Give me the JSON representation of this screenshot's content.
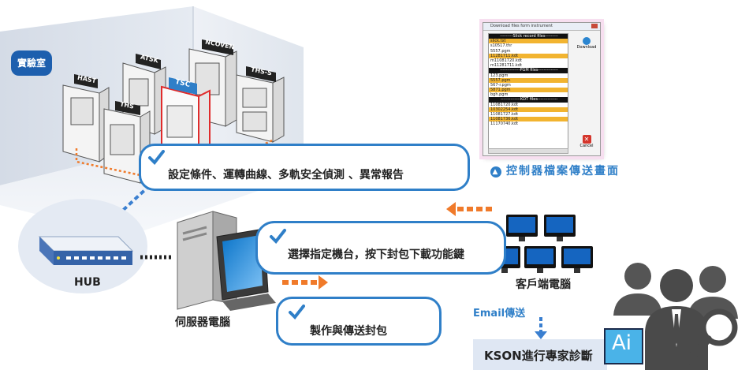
{
  "lab": {
    "label": "實驗室"
  },
  "chambers": [
    "HAST",
    "ATSK",
    "TSC",
    "NCOVEN",
    "THS-S",
    "THS"
  ],
  "callouts": {
    "settings": "設定條件、運轉曲線、多軌安全偵測 、異常報告",
    "select": "選擇指定機台，按下封包下載功能鍵",
    "package": "製作與傳送封包"
  },
  "hub": {
    "label": "HUB"
  },
  "server": {
    "label": "伺服器電腦"
  },
  "client": {
    "label": "客戶端電腦"
  },
  "email": {
    "label": "Email傳送"
  },
  "kson": {
    "label": "KSON進行專家診斷",
    "ai": "Ai"
  },
  "dialog": {
    "title": "Download files form instrument",
    "caption": "控制器檔案傳送畫面",
    "download": "Download",
    "cancel": "Cancel",
    "rows": [
      {
        "text": "---------Slick record files---------",
        "kind": "hdr"
      },
      {
        "text": "slick.txt",
        "kind": "sel"
      },
      {
        "text": "s10517.thr",
        "kind": ""
      },
      {
        "text": "5557.pgm",
        "kind": ""
      },
      {
        "text": "11281711.kdt",
        "kind": "sel"
      },
      {
        "text": "m11081720.kdt",
        "kind": ""
      },
      {
        "text": "m11281711.kdt",
        "kind": ""
      },
      {
        "text": "--------------PGM files--------------",
        "kind": "hdr"
      },
      {
        "text": "123.pgm",
        "kind": ""
      },
      {
        "text": "5557.pgm",
        "kind": "sel"
      },
      {
        "text": "567-r.pgm",
        "kind": ""
      },
      {
        "text": "5871.pgm",
        "kind": "sel"
      },
      {
        "text": "bgh.pgm",
        "kind": ""
      },
      {
        "text": "--------------KDT files--------------",
        "kind": "hdr"
      },
      {
        "text": "11081720.kdt",
        "kind": ""
      },
      {
        "text": "10302254.kdt",
        "kind": "sel"
      },
      {
        "text": "11081727.kdt",
        "kind": ""
      },
      {
        "text": "11081736.kdt",
        "kind": "sel"
      },
      {
        "text": "11170740.kdt",
        "kind": ""
      }
    ]
  },
  "colors": {
    "accent": "#2f7fc8",
    "arrow_orange": "#f07a2a",
    "arrow_blue": "#3a7fd0",
    "lab_room": "#dde4ee",
    "kson_bg": "#dfe7f3"
  }
}
